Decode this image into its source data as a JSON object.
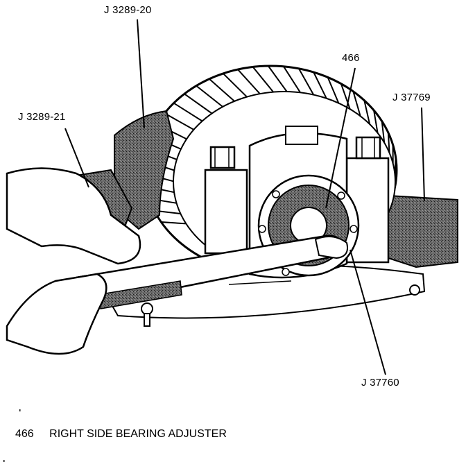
{
  "callouts": {
    "j3289_20": "J 3289-20",
    "j3289_21": "J 3289-21",
    "part_466": "466",
    "j37769": "J 37769",
    "j37760": "J 37760"
  },
  "legend": {
    "number": "466",
    "description": "RIGHT SIDE BEARING ADJUSTER"
  },
  "colors": {
    "ink": "#000000",
    "shade": "#555555",
    "paper": "#ffffff"
  }
}
